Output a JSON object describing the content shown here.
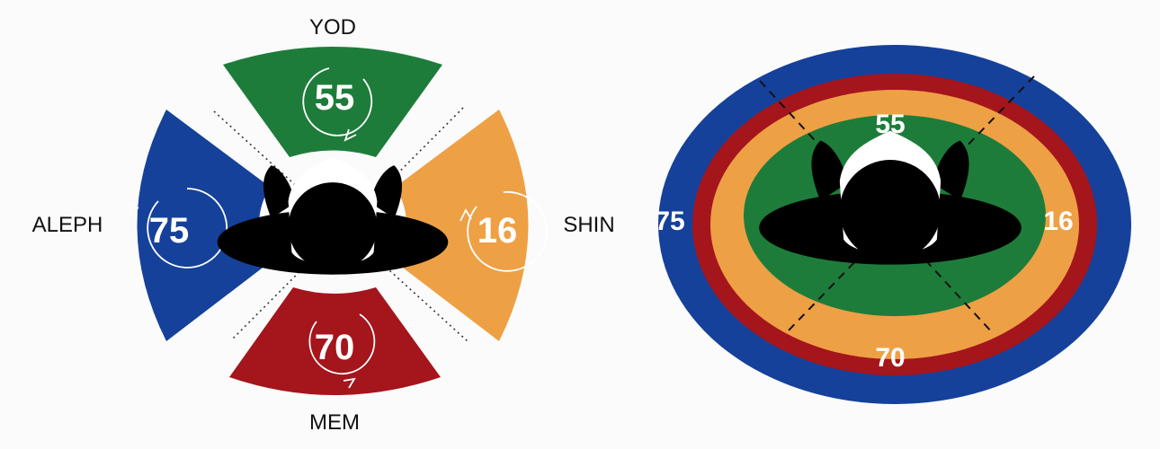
{
  "colors": {
    "blue": "#15419a",
    "green": "#1e7c3a",
    "orange": "#eea045",
    "red": "#a5151c",
    "background": "#fbfbfb"
  },
  "left_diagram": {
    "top": {
      "label": "YOD",
      "number": "55",
      "color": "#1e7c3a"
    },
    "left": {
      "label": "ALEPH",
      "number": "75",
      "color": "#15419a"
    },
    "right": {
      "label": "SHIN",
      "number": "16",
      "color": "#eea045"
    },
    "bottom": {
      "label": "MEM",
      "number": "70",
      "color": "#a5151c"
    }
  },
  "right_diagram": {
    "rings": [
      {
        "number": "75",
        "color": "#15419a"
      },
      {
        "number": "70",
        "color": "#a5151c"
      },
      {
        "number": "16",
        "color": "#eea045"
      },
      {
        "number": "55",
        "color": "#1e7c3a"
      }
    ]
  }
}
